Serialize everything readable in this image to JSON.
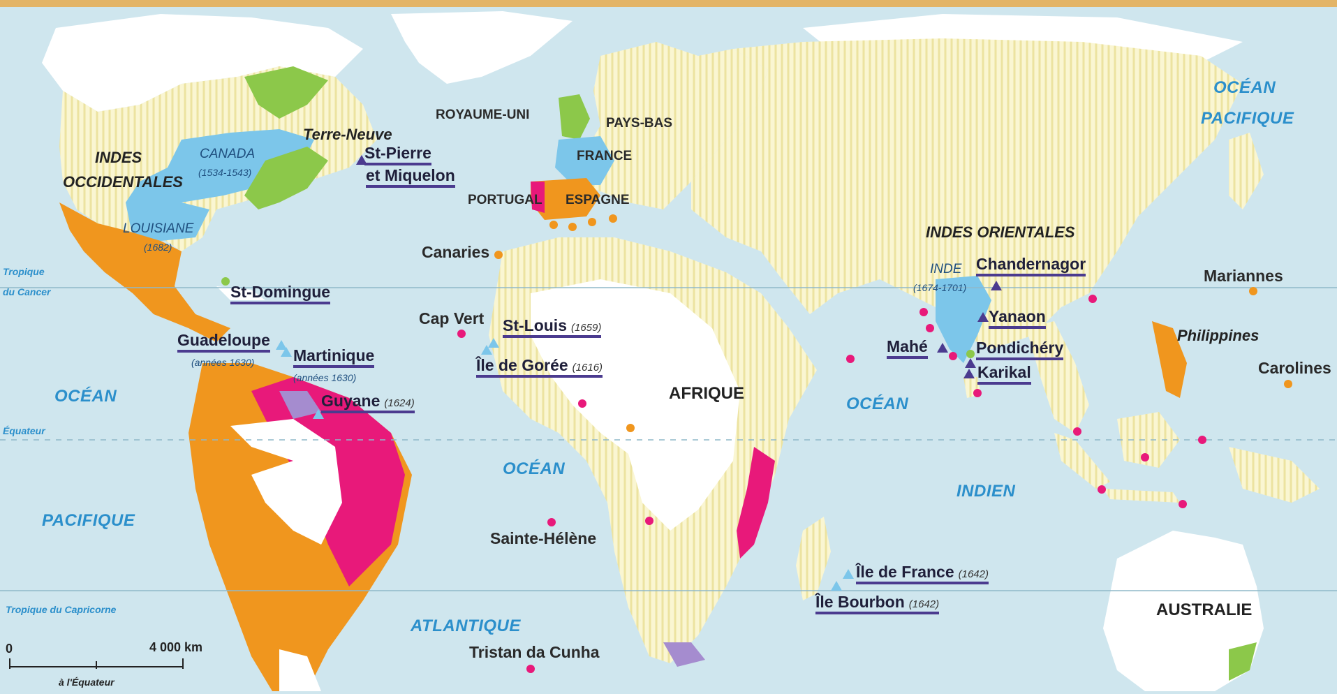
{
  "colors": {
    "ocean": "#cfe6ee",
    "land": "#faf6d2",
    "hatch": "#ece3a0",
    "white_land": "#ffffff",
    "france": "#7cc6ea",
    "britain": "#8cc84a",
    "spain": "#f0961e",
    "portugal": "#e8197a",
    "netherlands": "#a58ccf",
    "french_possession": "#4b3b8f",
    "text_ocean": "#2b8fcb"
  },
  "oceans": {
    "pacific_east_1": "OCÉAN",
    "pacific_east_2": "PACIFIQUE",
    "pacific_west_1": "OCÉAN",
    "pacific_west_2": "PACIFIQUE",
    "atlantic_1": "OCÉAN",
    "atlantic_2": "ATLANTIQUE",
    "indian_1": "OCÉAN",
    "indian_2": "INDIEN"
  },
  "lines": {
    "tropic_cancer_1": "Tropique",
    "tropic_cancer_2": "du Cancer",
    "equator": "Équateur",
    "tropic_capricorn": "Tropique du Capricorne"
  },
  "continents": {
    "africa": "AFRIQUE",
    "australia": "AUSTRALIE"
  },
  "regions": {
    "west_indies_1": "INDES",
    "west_indies_2": "OCCIDENTALES",
    "east_indies": "INDES ORIENTALES",
    "philippines": "Philippines"
  },
  "countries": {
    "uk": "ROYAUME-UNI",
    "netherlands": "PAYS-BAS",
    "france": "FRANCE",
    "portugal": "PORTUGAL",
    "spain": "ESPAGNE"
  },
  "colonies": {
    "canada": "CANADA",
    "canada_date": "(1534-1543)",
    "louisiane": "LOUISIANE",
    "louisiane_date": "(1682)",
    "inde": "INDE",
    "inde_date": "(1674-1701)"
  },
  "french_possessions": {
    "terre_neuve": "Terre-Neuve",
    "st_pierre_1": "St-Pierre",
    "st_pierre_2": "et Miquelon",
    "st_domingue": "St-Domingue",
    "guadeloupe": "Guadeloupe",
    "guadeloupe_date": "(années 1630)",
    "martinique": "Martinique",
    "martinique_date": "(années 1630)",
    "guyane": "Guyane",
    "guyane_date": "(1624)",
    "st_louis": "St-Louis",
    "st_louis_date": "(1659)",
    "goree": "Île de Gorée",
    "goree_date": "(1616)",
    "chandernagor": "Chandernagor",
    "yanaon": "Yanaon",
    "mahe": "Mahé",
    "pondichery": "Pondichéry",
    "karikal": "Karikal",
    "ile_de_france": "Île de France",
    "ile_de_france_date": "(1642)",
    "ile_bourbon": "Île Bourbon",
    "ile_bourbon_date": "(1642)"
  },
  "places": {
    "canaries": "Canaries",
    "cap_vert": "Cap Vert",
    "sainte_helene": "Sainte-Hélène",
    "tristan": "Tristan da Cunha",
    "mariannes": "Mariannes",
    "carolines": "Carolines"
  },
  "scale": {
    "zero": "0",
    "distance": "4 000 km",
    "note": "à l'Équateur"
  }
}
